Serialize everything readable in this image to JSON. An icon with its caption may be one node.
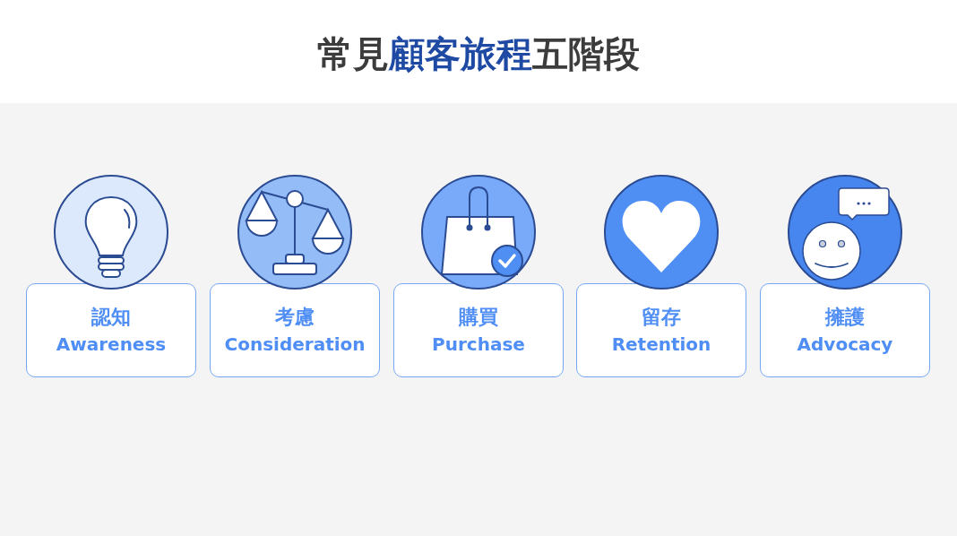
{
  "diagram": {
    "title": "常見**顧客旅程**五階段",
    "nodes": [
      {
        "text": [
          "認知",
          "Awareness"
        ]
      },
      {
        "text": [
          "考慮",
          "Consideration"
        ]
      },
      {
        "text": [
          "購買",
          "Purchase"
        ]
      },
      {
        "text": [
          "留存",
          "Retention"
        ]
      },
      {
        "text": [
          "擁護",
          "Advocacy"
        ]
      }
    ]
  }
}
